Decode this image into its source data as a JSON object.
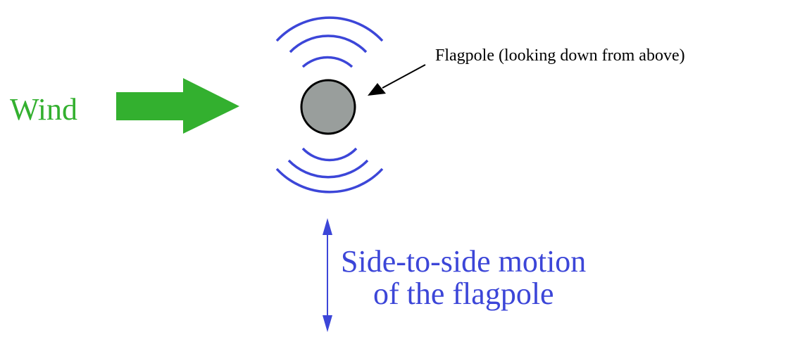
{
  "wind_label": "Wind",
  "flagpole_label": "Flagpole (looking down from above)",
  "motion_label": {
    "line1": "Side-to-side motion",
    "line2": "of the flagpole"
  },
  "colors": {
    "wind": "#33b02f",
    "waves": "#3c46d8",
    "pole_fill": "#999e9c",
    "pole_stroke": "#000000",
    "pointer": "#000000"
  }
}
